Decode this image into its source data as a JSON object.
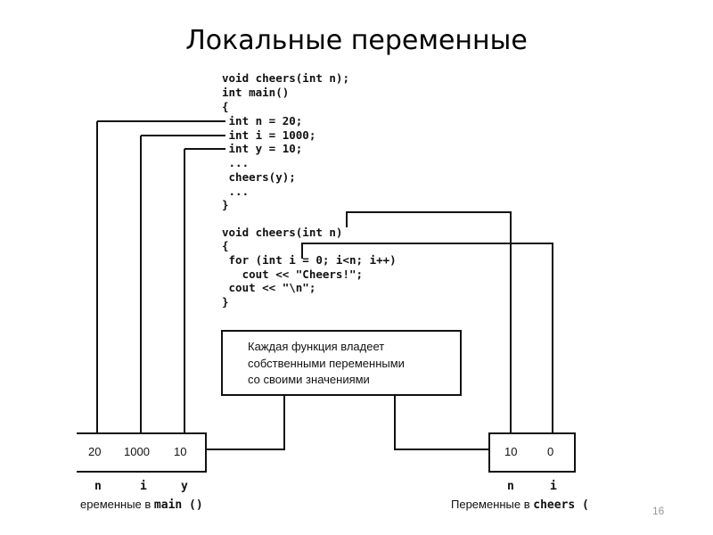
{
  "slide": {
    "title": "Локальные переменные",
    "page_number": "16"
  },
  "code": {
    "lines": [
      "void cheers(int n);",
      "int main()",
      "{",
      " int n = 20;",
      " int i = 1000;",
      " int y = 10;",
      " ...",
      " cheers(y);",
      " ...",
      "}",
      "",
      "void cheers(int n)",
      "{",
      " for (int i = 0; i<n; i++)",
      "   cout << \"Cheers!\";",
      " cout << \"\\n\";",
      "}"
    ]
  },
  "note": {
    "text_lines": [
      "Каждая функция владеет",
      "собственными переменными",
      "со своими значениями"
    ]
  },
  "main_vars": {
    "values": [
      "20",
      "1000",
      "10"
    ],
    "names": [
      "n",
      "i",
      "y"
    ],
    "caption_prefix": "еременные в ",
    "caption_func": "main ()"
  },
  "cheers_vars": {
    "values": [
      "10",
      "0"
    ],
    "names": [
      "n",
      "i"
    ],
    "caption_prefix": "Переменные в ",
    "caption_func": "cheers ("
  }
}
